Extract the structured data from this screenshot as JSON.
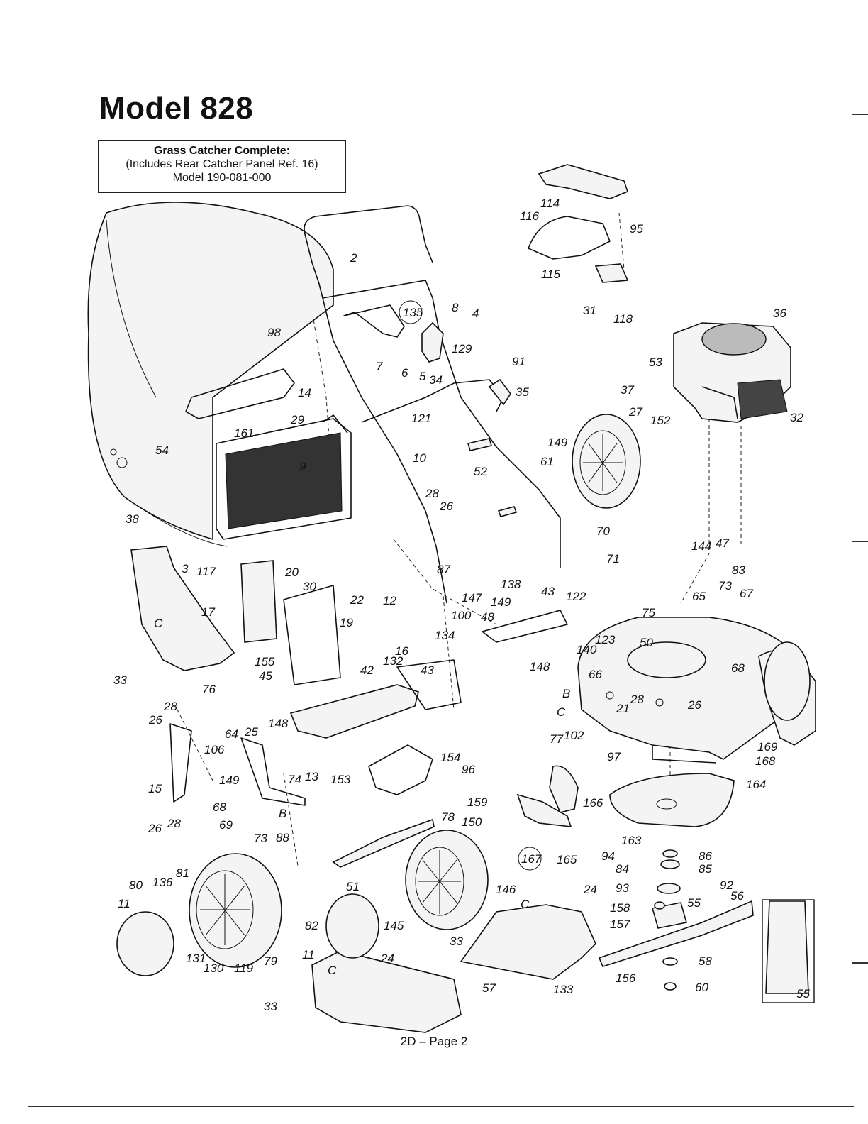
{
  "title": "Model 828",
  "catcher_box": {
    "heading": "Grass Catcher Complete:",
    "line2": "(Includes Rear Catcher Panel Ref. 16)",
    "line3": "Model 190-081-000"
  },
  "footer": "2D – Page 2",
  "callout_labels": {
    "c1": "114",
    "c2": "116",
    "c3": "95",
    "c4": "115",
    "c5": "31",
    "c6": "118",
    "c7": "2",
    "c8": "135",
    "c9": "8",
    "c10": "4",
    "c11": "129",
    "c12": "7",
    "c13": "6",
    "c14": "5",
    "c15": "34",
    "c16": "91",
    "c17": "35",
    "c18": "36",
    "c19": "53",
    "c20": "37",
    "c21": "32",
    "c22": "98",
    "c23": "14",
    "c24": "121",
    "c25": "29",
    "c26": "161",
    "c27": "54",
    "c28": "9",
    "c29": "10",
    "c30": "52",
    "c31": "27",
    "c32": "152",
    "c33": "149",
    "c34": "61",
    "c35": "38",
    "c36": "28",
    "c37": "26",
    "c38": "70",
    "c39": "71",
    "c40": "144",
    "c41": "47",
    "c42": "83",
    "c43": "3",
    "c44": "117",
    "c45": "20",
    "c46": "87",
    "c47": "30",
    "c48": "22",
    "c49": "12",
    "c50": "138",
    "c51": "43",
    "c52": "122",
    "c53": "65",
    "c54": "73",
    "c55": "67",
    "c56": "75",
    "c57": "17",
    "c58": "19",
    "c59": "147",
    "c60": "149",
    "c61": "100",
    "c62": "48",
    "c63": "123",
    "c64": "50",
    "c65": "140",
    "c66": "148",
    "c67": "68",
    "c68": "155",
    "c69": "45",
    "c70": "134",
    "c71": "16",
    "c72": "132",
    "c73": "43",
    "c74": "33",
    "c75": "C",
    "c76": "42",
    "c77": "66",
    "c78": "B",
    "c79": "28",
    "c80": "26",
    "c81": "76",
    "c82": "28",
    "c83": "26",
    "c84": "C",
    "c85": "21",
    "c86": "77",
    "c87": "102",
    "c88": "64",
    "c89": "25",
    "c90": "148",
    "c91": "154",
    "c92": "169",
    "c93": "168",
    "c94": "106",
    "c95": "13",
    "c96": "74",
    "c97": "96",
    "c98": "153",
    "c99": "97",
    "c100": "164",
    "c101": "15",
    "c102": "149",
    "c103": "68",
    "c104": "B",
    "c105": "159",
    "c106": "166",
    "c107": "26",
    "c108": "28",
    "c109": "69",
    "c110": "73",
    "c111": "88",
    "c112": "78",
    "c113": "150",
    "c114": "163",
    "c115": "94",
    "c116": "86",
    "c117": "84",
    "c118": "85",
    "c119": "167",
    "c120": "165",
    "c121": "92",
    "c122": "51",
    "c123": "146",
    "c124": "24",
    "c125": "93",
    "c126": "56",
    "c127": "80",
    "c128": "136",
    "c129": "81",
    "c130": "C",
    "c131": "158",
    "c132": "55",
    "c133": "11",
    "c134": "157",
    "c135": "82",
    "c136": "145",
    "c137": "33",
    "c138": "11",
    "c139": "24",
    "c140": "58",
    "c141": "131",
    "c142": "130",
    "c143": "119",
    "c144": "79",
    "c145": "C",
    "c146": "156",
    "c147": "60",
    "c148": "133",
    "c149": "57",
    "c150": "33",
    "c151": "55"
  }
}
